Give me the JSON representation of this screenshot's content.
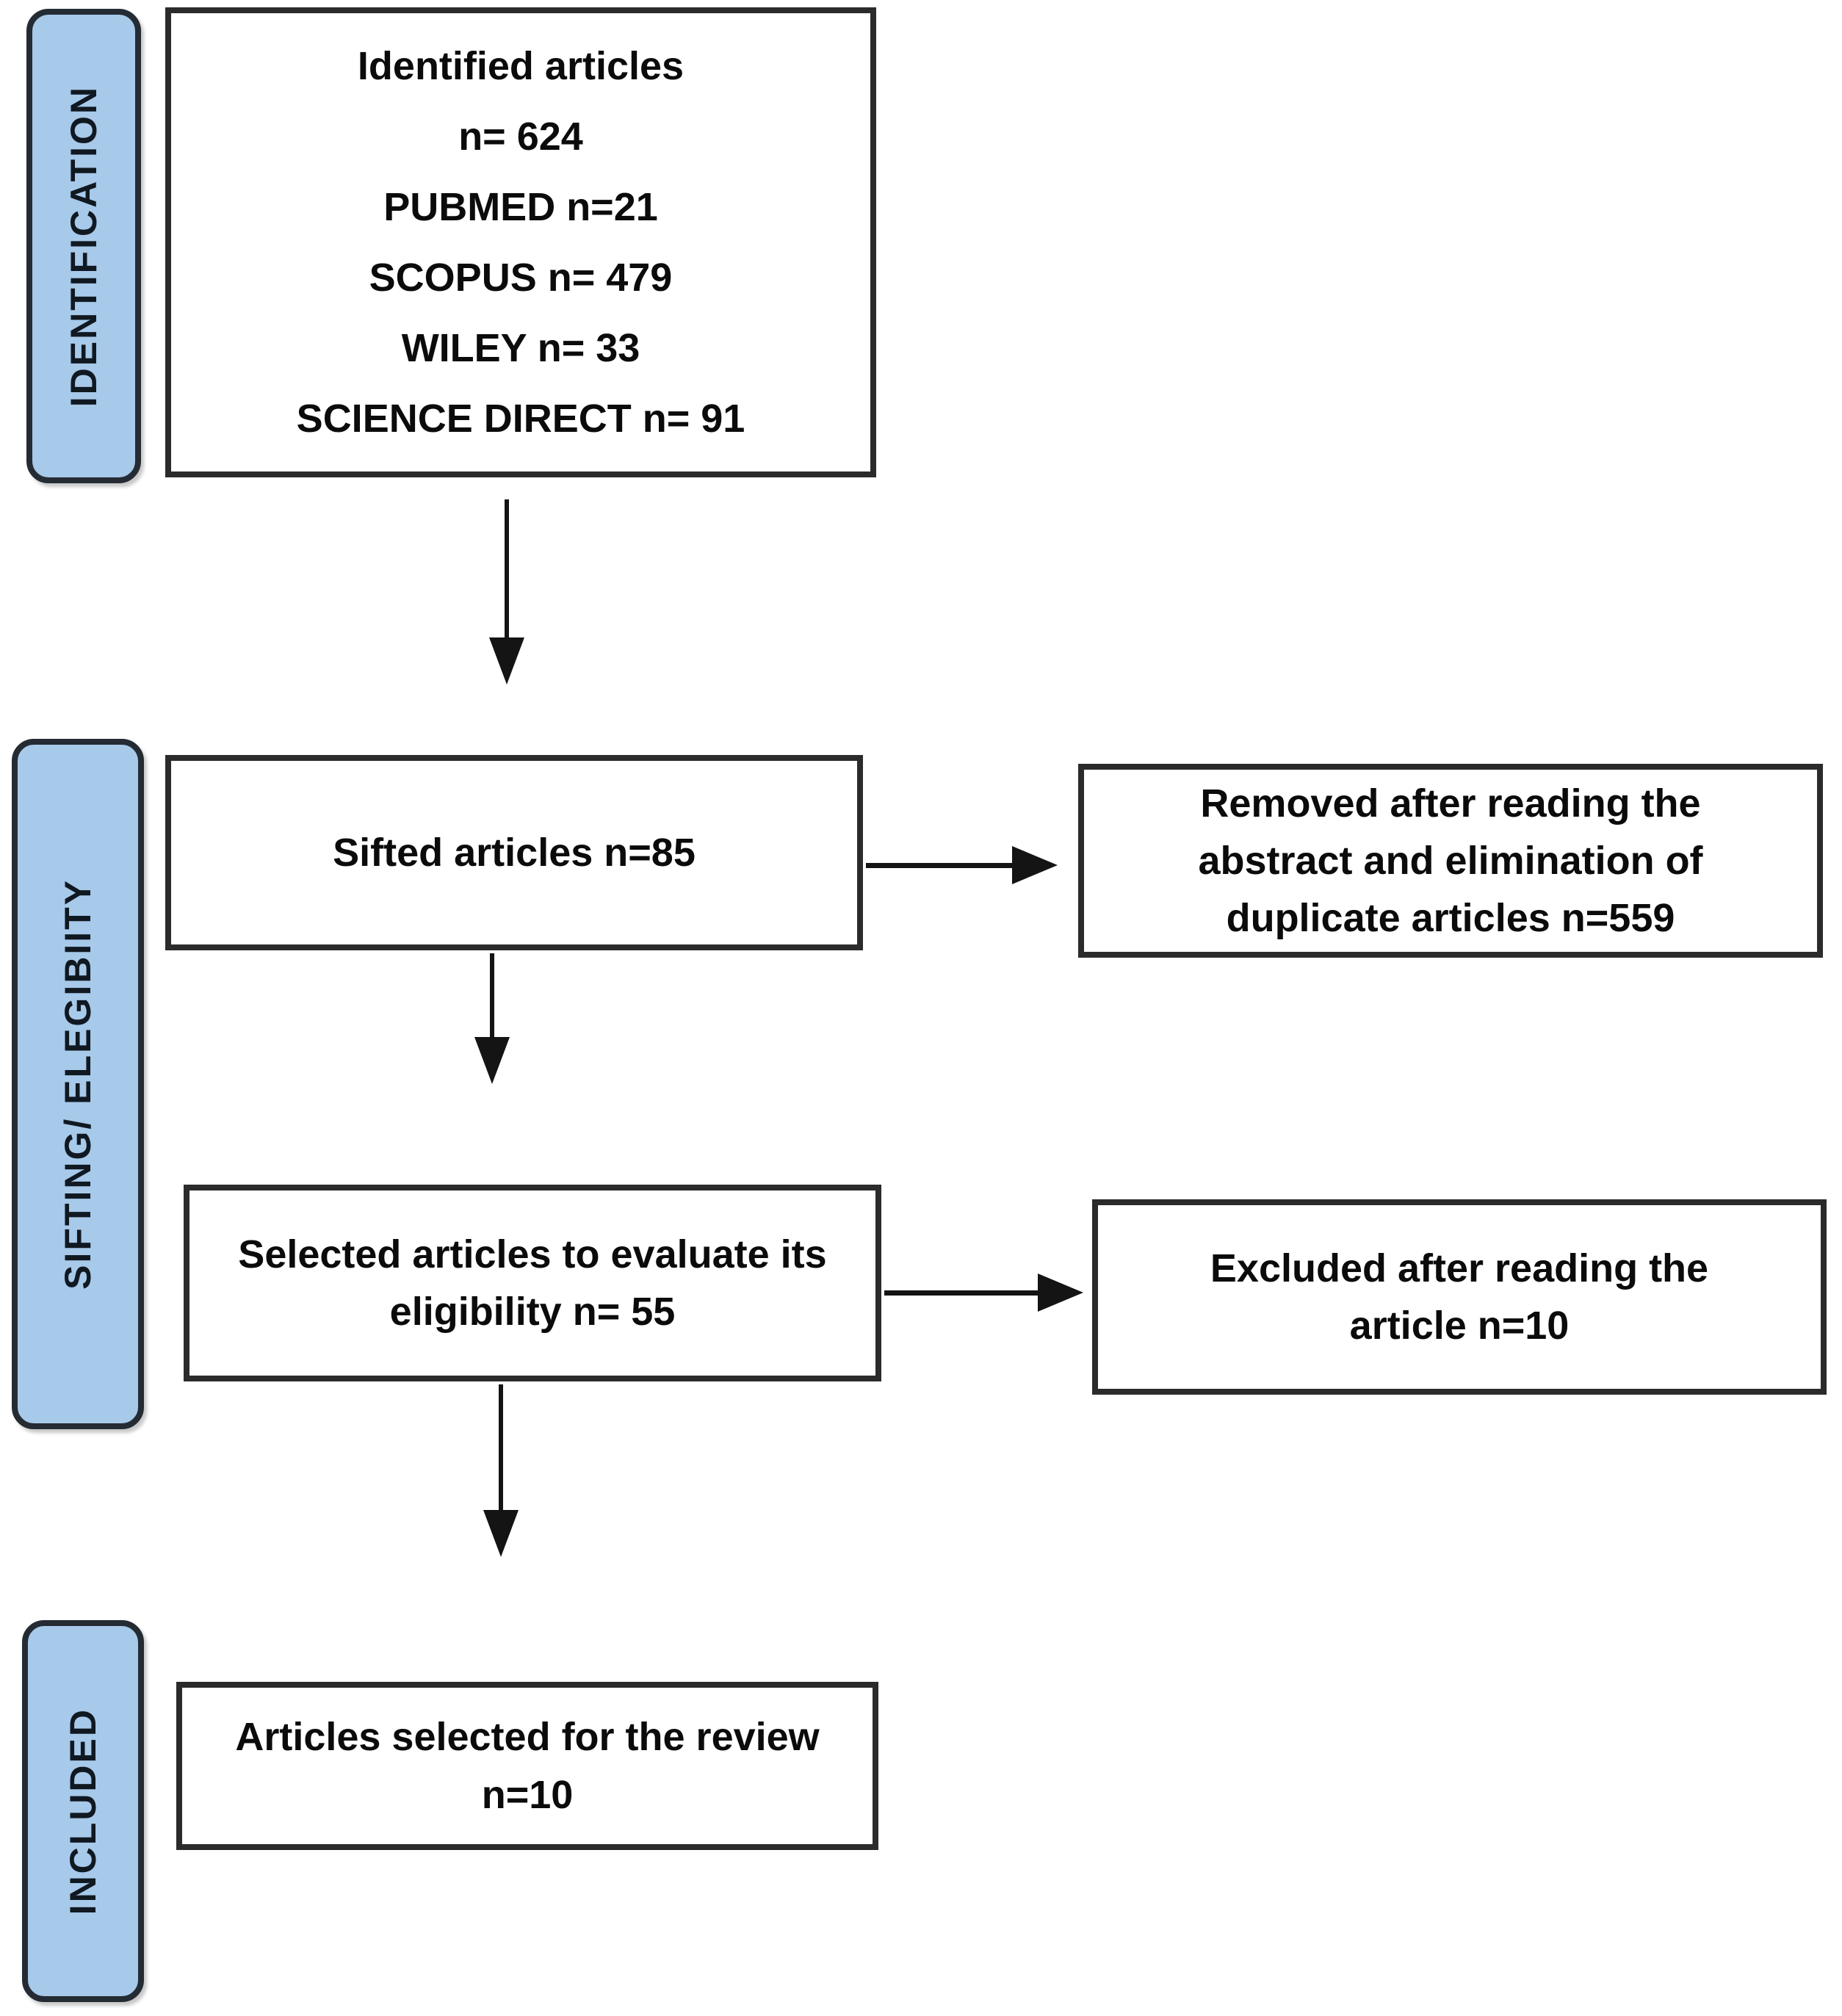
{
  "colors": {
    "stage_fill": "#a7c9ea",
    "stage_border": "#242b33",
    "box_border": "#2b2b2b",
    "box_fill": "#ffffff",
    "arrow": "#141414",
    "background": "#ffffff"
  },
  "stages": [
    {
      "label": "IDENTIFICATION"
    },
    {
      "label": "SIFTING/ ELEGIBIITY"
    },
    {
      "label": "INCLUDED"
    }
  ],
  "boxes": {
    "identified": {
      "lines": [
        "Identified articles",
        "n= 624",
        "PUBMED n=21",
        "SCOPUS n= 479",
        "WILEY n= 33",
        "SCIENCE DIRECT n= 91"
      ]
    },
    "sifted": {
      "lines": [
        "Sifted articles n=85"
      ]
    },
    "removed": {
      "lines": [
        "Removed after reading the",
        "abstract and elimination of",
        "duplicate articles n=559"
      ]
    },
    "selected": {
      "lines": [
        "Selected articles to evaluate its",
        "eligibility n= 55"
      ]
    },
    "excluded": {
      "lines": [
        "Excluded after reading the",
        "article n=10"
      ]
    },
    "review": {
      "lines": [
        "Articles selected for the review",
        "n=10"
      ]
    }
  }
}
